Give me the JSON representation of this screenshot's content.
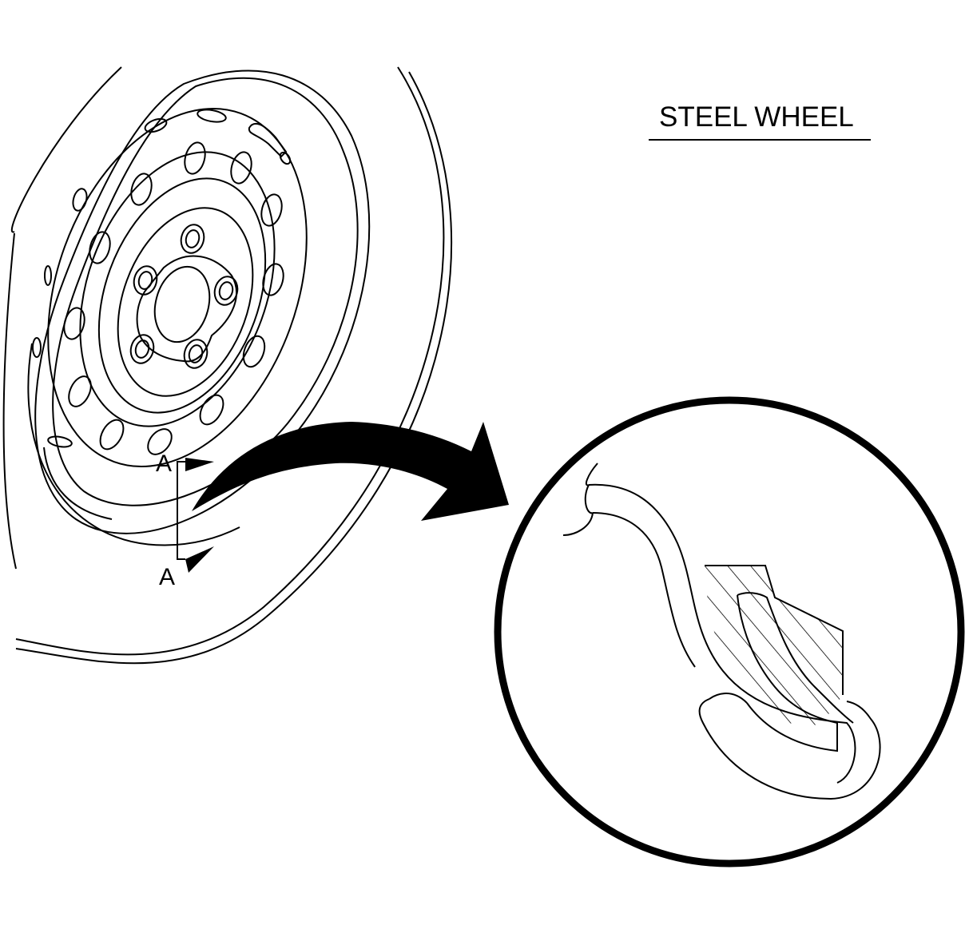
{
  "title": "STEEL WHEEL",
  "section_marker": {
    "top_letter": "A",
    "bottom_letter": "A"
  },
  "colors": {
    "line": "#000000",
    "background": "#ffffff"
  }
}
